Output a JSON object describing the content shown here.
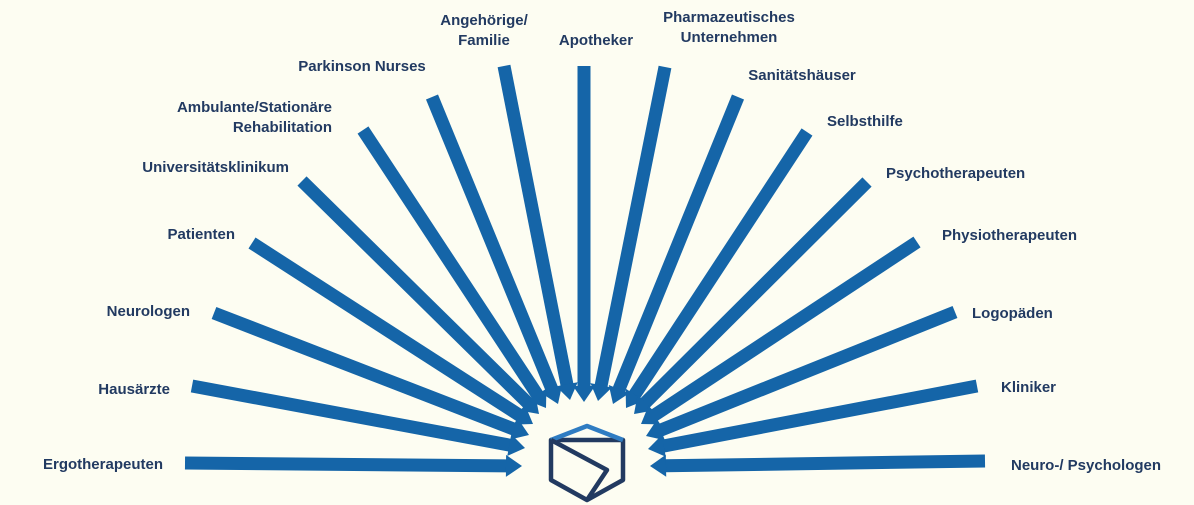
{
  "diagram": {
    "colors": {
      "background": "#fdfdf2",
      "arrow": "#1565a8",
      "label": "#223a61",
      "logo_dark": "#223a61",
      "logo_light": "#2f7cc2"
    },
    "center_icon": "hexagon-cube-logo-icon",
    "stakeholders": [
      {
        "id": "ergotherapeuten",
        "lines": [
          "Ergotherapeuten"
        ]
      },
      {
        "id": "hausaerzte",
        "lines": [
          "Hausärzte"
        ]
      },
      {
        "id": "neurologen",
        "lines": [
          "Neurologen"
        ]
      },
      {
        "id": "patienten",
        "lines": [
          "Patienten"
        ]
      },
      {
        "id": "universitaetsklinikum",
        "lines": [
          "Universitätsklinikum"
        ]
      },
      {
        "id": "rehabilitation",
        "lines": [
          "Ambulante/Stationäre",
          "Rehabilitation"
        ]
      },
      {
        "id": "parkinson-nurses",
        "lines": [
          "Parkinson Nurses"
        ]
      },
      {
        "id": "angehoerige",
        "lines": [
          "Angehörige/",
          "Familie"
        ]
      },
      {
        "id": "apotheker",
        "lines": [
          "Apotheker"
        ]
      },
      {
        "id": "pharma",
        "lines": [
          "Pharmazeutisches",
          "Unternehmen"
        ]
      },
      {
        "id": "sanitaetshaeuser",
        "lines": [
          "Sanitätshäuser"
        ]
      },
      {
        "id": "selbsthilfe",
        "lines": [
          "Selbsthilfe"
        ]
      },
      {
        "id": "psychotherapeuten",
        "lines": [
          "Psychotherapeuten"
        ]
      },
      {
        "id": "physiotherapeuten",
        "lines": [
          "Physiotherapeuten"
        ]
      },
      {
        "id": "logopaeden",
        "lines": [
          "Logopäden"
        ]
      },
      {
        "id": "kliniker",
        "lines": [
          "Kliniker"
        ]
      },
      {
        "id": "neuro-psychologen",
        "lines": [
          "Neuro-/ Psychologen"
        ]
      }
    ]
  }
}
